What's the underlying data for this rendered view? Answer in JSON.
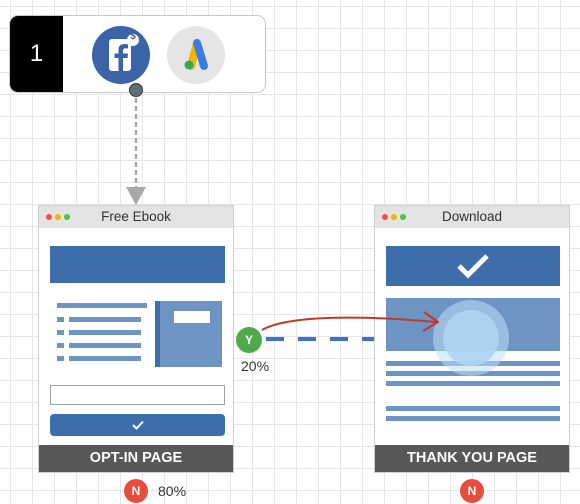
{
  "source_node": {
    "step_number": "1",
    "icons": [
      "facebook-ads-icon",
      "google-adwords-icon"
    ],
    "fb_badge": "$"
  },
  "optin_page": {
    "window_title": "Free Ebook",
    "footer_label": "OPT-IN PAGE",
    "no_badge": "N",
    "no_percent": "80%"
  },
  "thankyou_page": {
    "window_title": "Download",
    "footer_label": "THANK YOU PAGE",
    "no_badge": "N"
  },
  "yes_path": {
    "badge": "Y",
    "percent": "20%"
  },
  "colors": {
    "facebook_blue": "#3a63a8",
    "page_blue": "#3e6eaa",
    "yes_green": "#4fa94d",
    "no_red": "#e84c3d",
    "arrow_red": "#c0392b",
    "footer_gray": "#585858"
  }
}
